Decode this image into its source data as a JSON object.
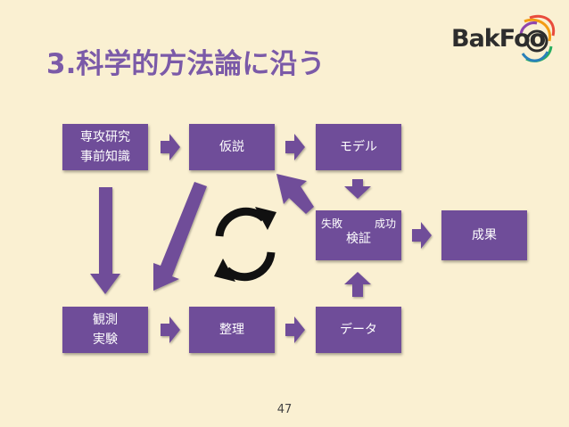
{
  "slide": {
    "title": "3.科学的方法論に沿う",
    "page_number": "47",
    "logo_text": "BakFoo",
    "colors": {
      "background": "#faf0d2",
      "box": "#6f4d99",
      "title": "#7b5aa8",
      "arrow": "#6f4d99"
    }
  },
  "boxes": {
    "prior_knowledge": "専攻研究\n事前知識",
    "hypothesis": "仮説",
    "model": "モデル",
    "verification": "検証",
    "failure": "失敗",
    "success": "成功",
    "result": "成果",
    "observation": "観測\n実験",
    "organize": "整理",
    "data": "データ"
  },
  "icons": {
    "cycle": "refresh-cycle-icon"
  }
}
